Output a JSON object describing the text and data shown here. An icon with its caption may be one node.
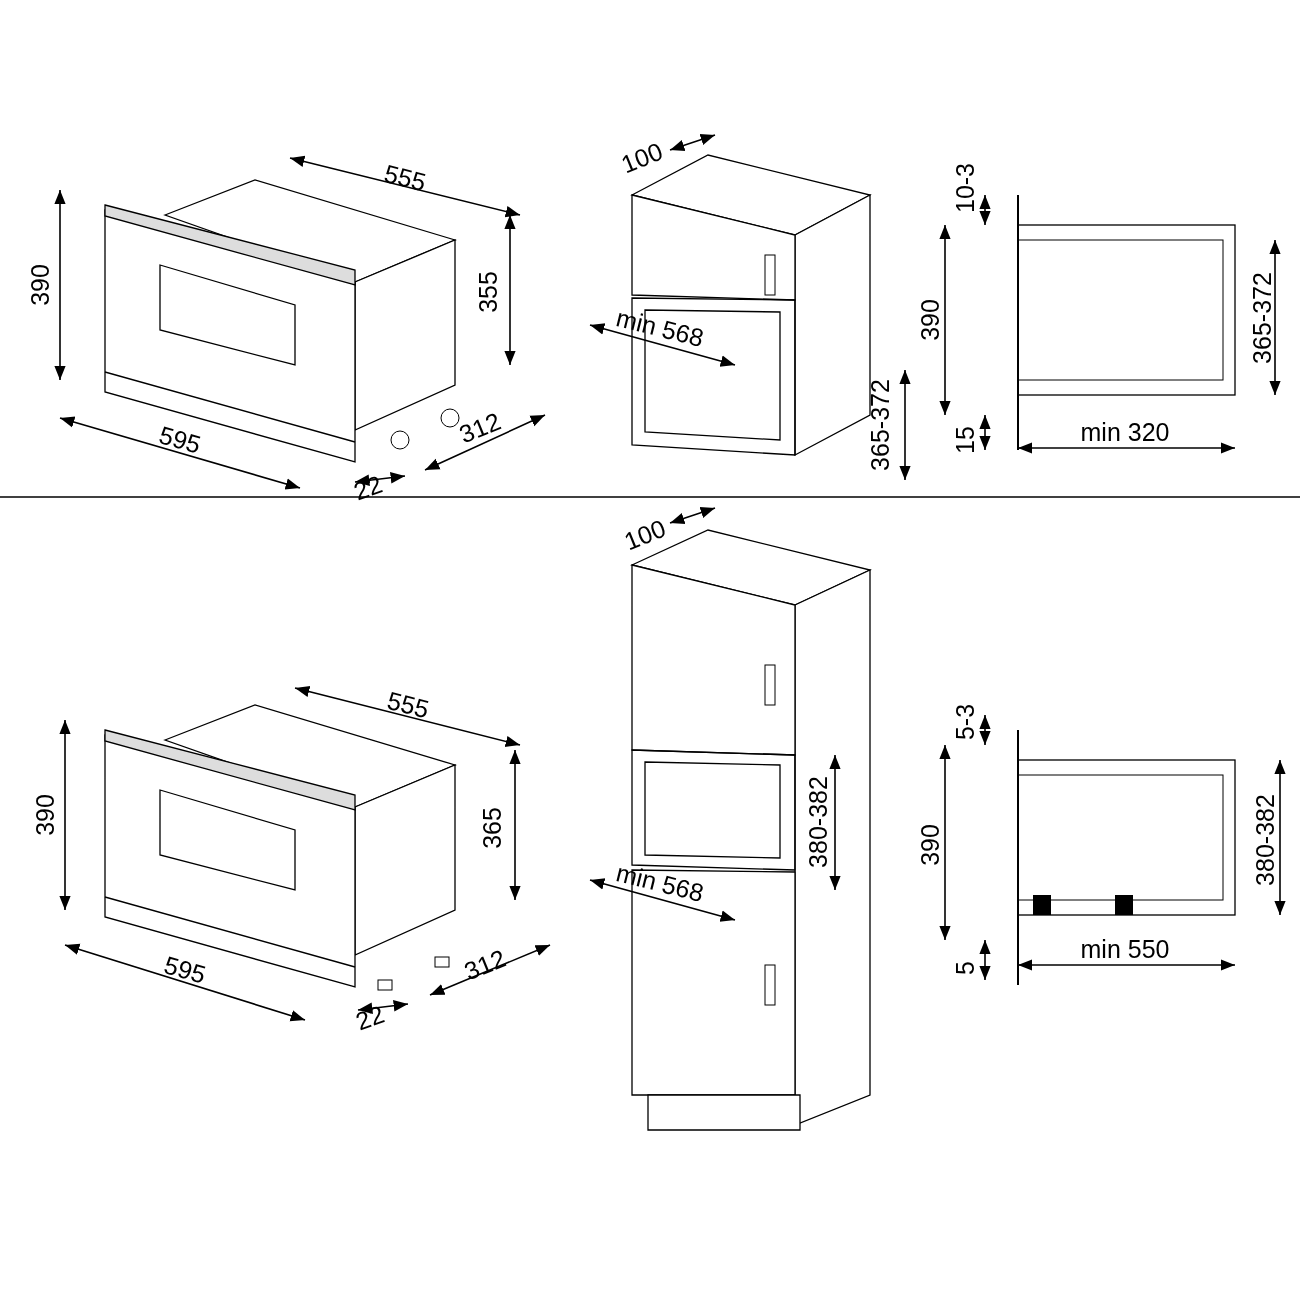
{
  "diagram": {
    "labels": [
      "555",
      "390",
      "355",
      "595",
      "312",
      "22",
      "100",
      "min 568",
      "365-372",
      "10-3",
      "390",
      "365-372",
      "15",
      "min 320",
      "555",
      "390",
      "365",
      "595",
      "312",
      "22",
      "100",
      "380-382",
      "min 568",
      "5-3",
      "390",
      "380-382",
      "5",
      "min 550"
    ]
  }
}
